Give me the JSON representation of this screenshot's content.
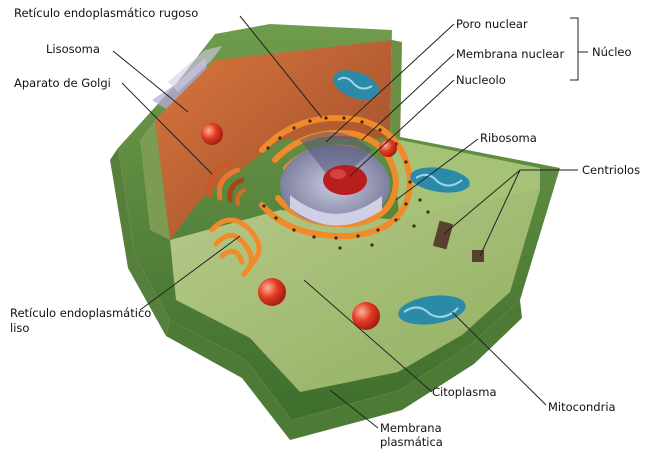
{
  "labels": {
    "reticulo_rugoso": "Retículo endoplasmático rugoso",
    "lisosoma": "Lisosoma",
    "aparato_golgi": "Aparato de Golgi",
    "poro_nuclear": "Poro nuclear",
    "membrana_nuclear": "Membrana nuclear",
    "nucleolo": "Nucleolo",
    "nucleo": "Núcleo",
    "ribosoma": "Ribosoma",
    "centriolos": "Centriolos",
    "reticulo_liso_1": "Retículo endoplasmático",
    "reticulo_liso_2": "liso",
    "citoplasma": "Citoplasma",
    "mitocondria": "Mitocondria",
    "membrana_plasmatica_1": "Membrana",
    "membrana_plasmatica_2": "plasmática"
  },
  "colors": {
    "cell_wall": "#5f8f40",
    "cytoplasm": "#9fbf66",
    "interior_wall": "#c96a3a",
    "nucleus": "#8d8fa8",
    "nucleolus": "#b81e1e",
    "lysosome": "#e0402a",
    "golgi": "#f08a2a",
    "mitochondria": "#2a8aa8"
  }
}
